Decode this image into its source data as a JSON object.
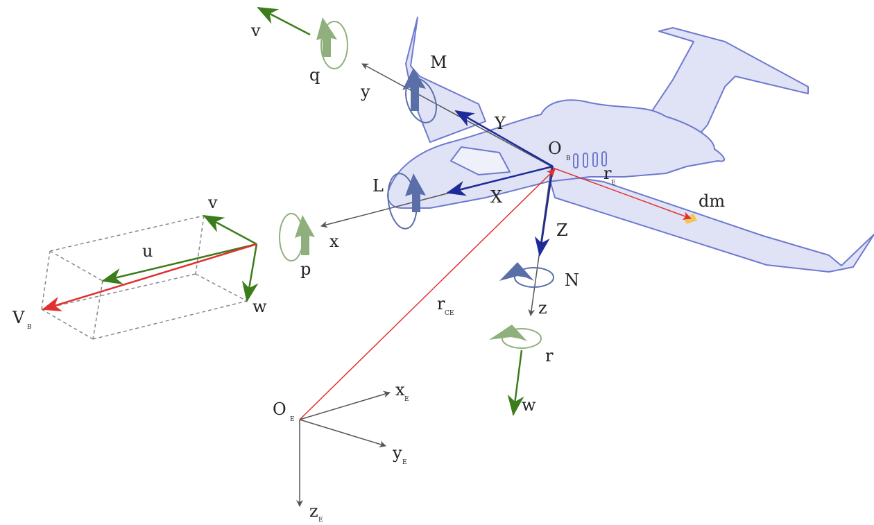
{
  "colors": {
    "aircraft_fill": "#dfe3f5",
    "aircraft_stroke": "#6e79cf",
    "body_axis": "#555555",
    "force_vector": "#1f2a99",
    "moment_arrow": "#5a6fa8",
    "velocity": "#3b7d1a",
    "rate_arrow": "#8fb07d",
    "position_vector": "#e03030",
    "mass_element": "#f5c55a",
    "box_dash": "#888888"
  },
  "labels": {
    "v_top": "v",
    "q": "q",
    "M": "M",
    "y": "y",
    "Y": "Y",
    "O_B_main": "O",
    "O_B_sub": "B",
    "r_E_main": "r",
    "r_E_sub": "E",
    "dm": "dm",
    "L": "L",
    "X": "X",
    "x": "x",
    "Z": "Z",
    "N": "N",
    "z": "z",
    "r_rate": "r",
    "w_bottom": "w",
    "r_CE_main": "r",
    "r_CE_sub": "CE",
    "p": "p",
    "v_box": "v",
    "u": "u",
    "w_box": "w",
    "V_B_main": "V",
    "V_B_sub": "B",
    "O_E_main": "O",
    "O_E_sub": "E",
    "x_E_main": "x",
    "x_E_sub": "E",
    "y_E_main": "y",
    "y_E_sub": "E",
    "z_E_main": "z",
    "z_E_sub": "E"
  }
}
